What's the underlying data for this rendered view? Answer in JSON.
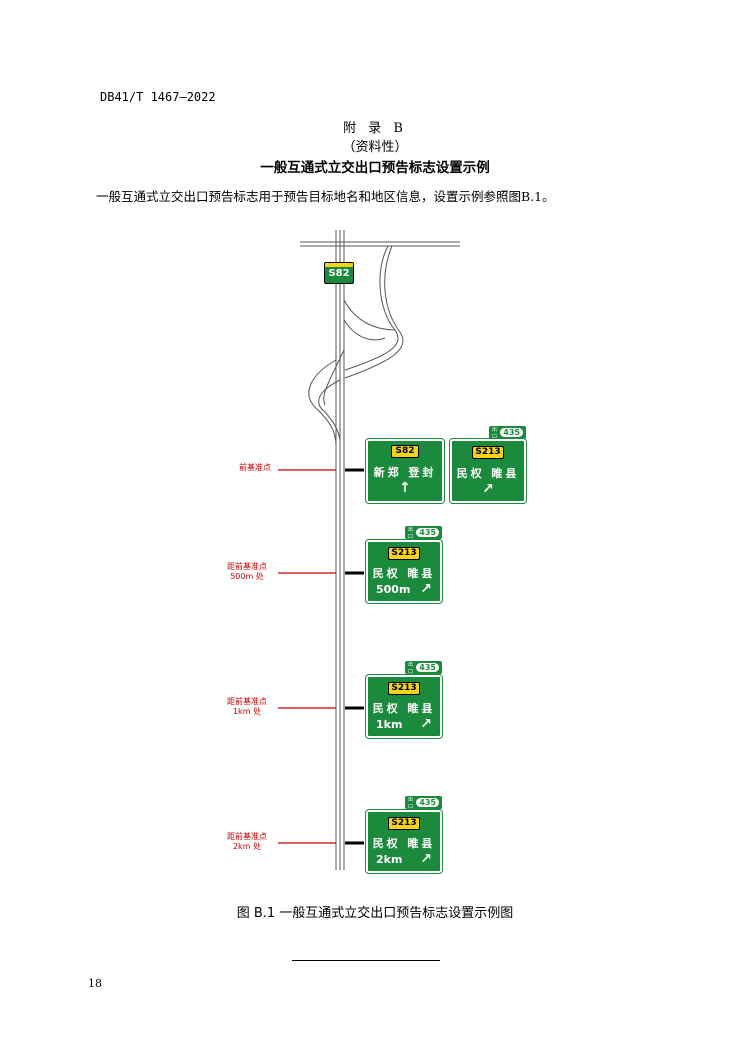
{
  "header": {
    "doc_code": "DB41/T 1467—2022"
  },
  "appendix": {
    "title": "附 录 B",
    "type": "（资料性）",
    "heading": "一般互通式立交出口预告标志设置示例"
  },
  "body_text": "一般互通式立交出口预告标志用于预告目标地名和地区信息，设置示例参照图B.1。",
  "diagram": {
    "road_shield": "S82",
    "labels": {
      "base": "前基准点",
      "d500": [
        "距前基准点",
        "500m 处"
      ],
      "d1k": [
        "距前基准点",
        "1km 处"
      ],
      "d2k": [
        "距前基准点",
        "2km 处"
      ]
    },
    "signs": {
      "main": {
        "shield": "S82",
        "dest": "新郑 登封",
        "arrow": "↑"
      },
      "exit0": {
        "exit_label": "出口",
        "exit_no": "435",
        "shield": "S213",
        "dest": "民权 睢县",
        "arrow": "↗"
      },
      "exit500": {
        "exit_label": "出口",
        "exit_no": "435",
        "shield": "S213",
        "dest": "民权 睢县",
        "dist": "500m",
        "arrow": "↗"
      },
      "exit1k": {
        "exit_label": "出口",
        "exit_no": "435",
        "shield": "S213",
        "dest": "民权 睢县",
        "dist": "1km",
        "arrow": "↗"
      },
      "exit2k": {
        "exit_label": "出口",
        "exit_no": "435",
        "shield": "S213",
        "dest": "民权 睢县",
        "dist": "2km",
        "arrow": "↗"
      }
    }
  },
  "caption": "图 B.1   一般互通式立交出口预告标志设置示例图",
  "page_number": "18",
  "colors": {
    "sign_green": "#1b8a3c",
    "shield_yellow": "#f4d31a",
    "label_red": "#cc0000"
  }
}
